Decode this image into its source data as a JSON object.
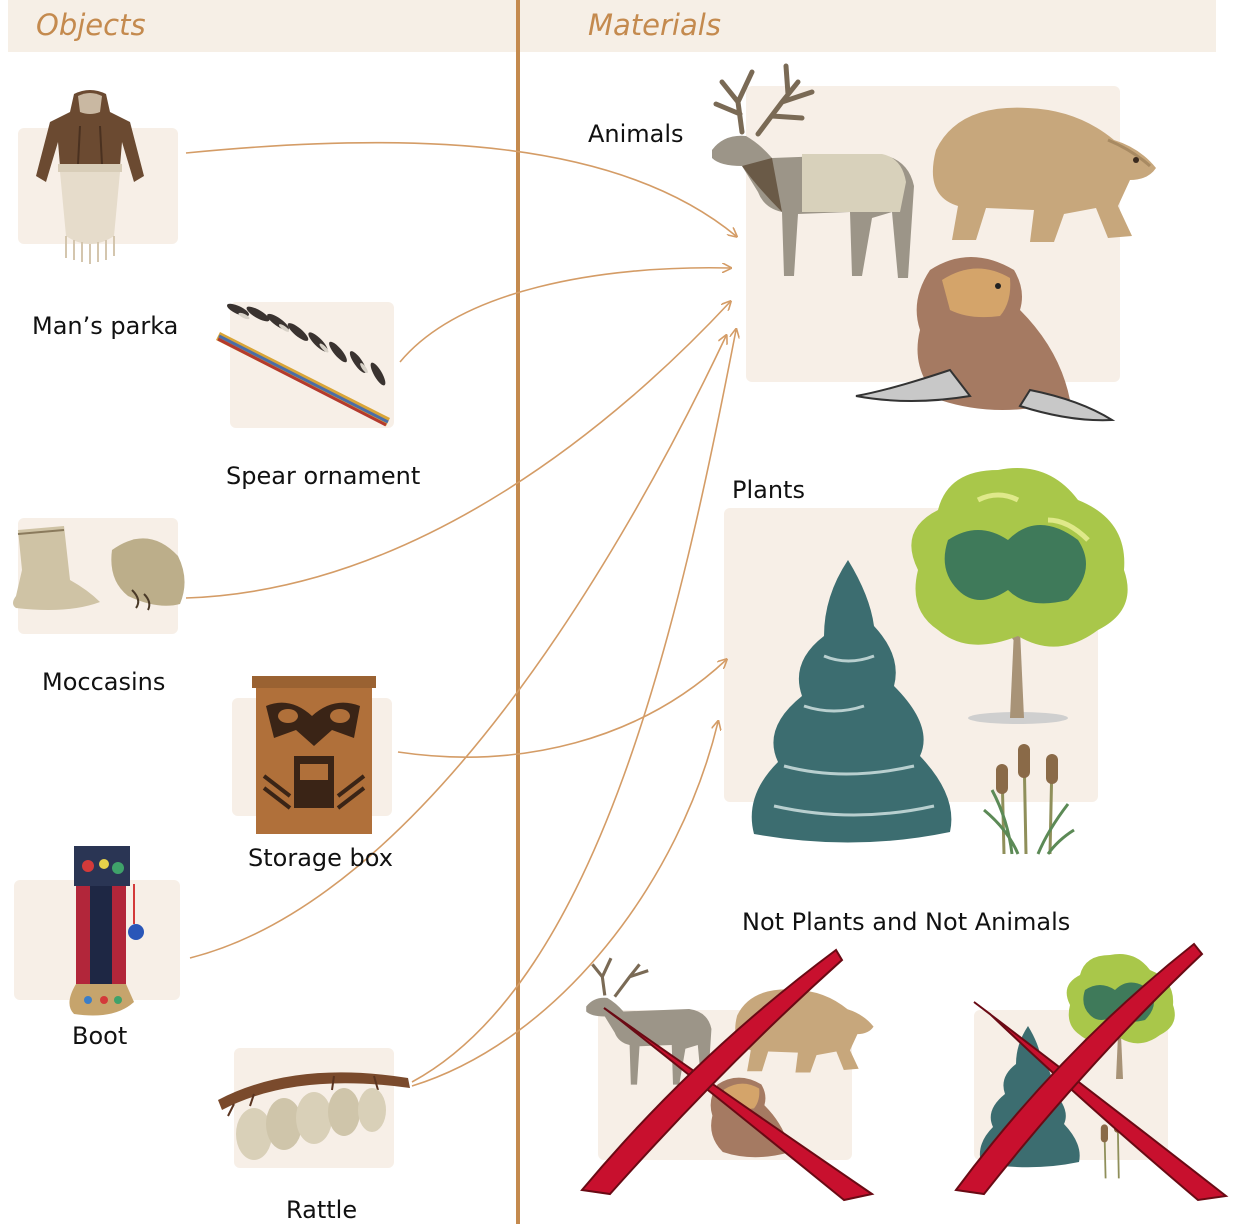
{
  "headers": {
    "objects": "Objects",
    "materials": "Materials"
  },
  "objects": {
    "parka": "Man’s parka",
    "spear": "Spear ornament",
    "moccasins": "Moccasins",
    "storage_box": "Storage box",
    "boot": "Boot",
    "rattle": "Rattle"
  },
  "materials": {
    "animals": "Animals",
    "plants": "Plants",
    "neither": "Not Plants and Not Animals"
  },
  "colors": {
    "accent": "#c48a4e",
    "arrow": "#d49c66",
    "panel": "#f7efe7",
    "cross": "#c8102e"
  }
}
